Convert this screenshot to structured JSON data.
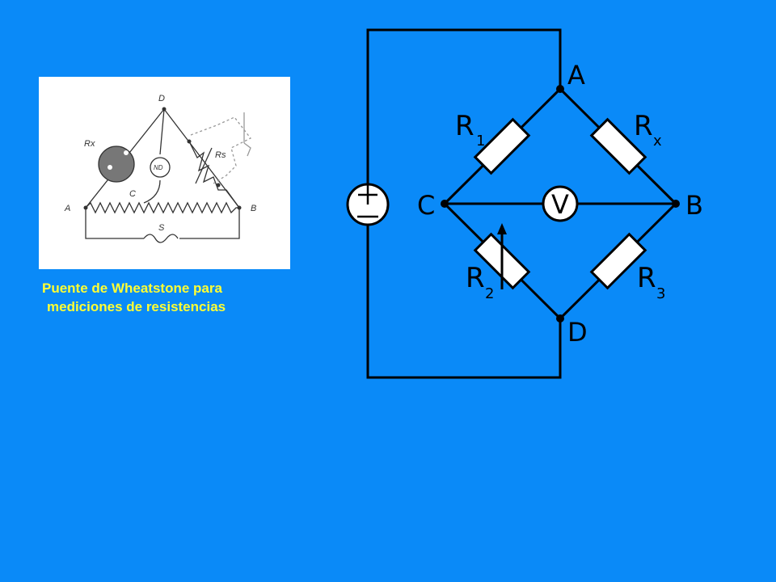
{
  "colors": {
    "background": "#0a8af8",
    "caption": "#ffff33",
    "sketch_bg": "#ffffff",
    "ink": "#000000"
  },
  "sketch": {
    "labels": {
      "D": "D",
      "Rx": "Rx",
      "ND": "ND",
      "Rs": "Rs",
      "C": "C",
      "A": "A",
      "B": "B",
      "S": "S"
    }
  },
  "caption": {
    "line1": "Puente de Wheatstone para",
    "line2": "mediciones de resistencias"
  },
  "bridge": {
    "nodes": {
      "A": "A",
      "B": "B",
      "C": "C",
      "D": "D"
    },
    "resistors": {
      "R1": {
        "letter": "R",
        "sub": "1"
      },
      "Rx": {
        "letter": "R",
        "sub": "x"
      },
      "R2": {
        "letter": "R",
        "sub": "2"
      },
      "R3": {
        "letter": "R",
        "sub": "3"
      }
    },
    "meter": "V",
    "source_icon": "voltage-source-icon"
  }
}
